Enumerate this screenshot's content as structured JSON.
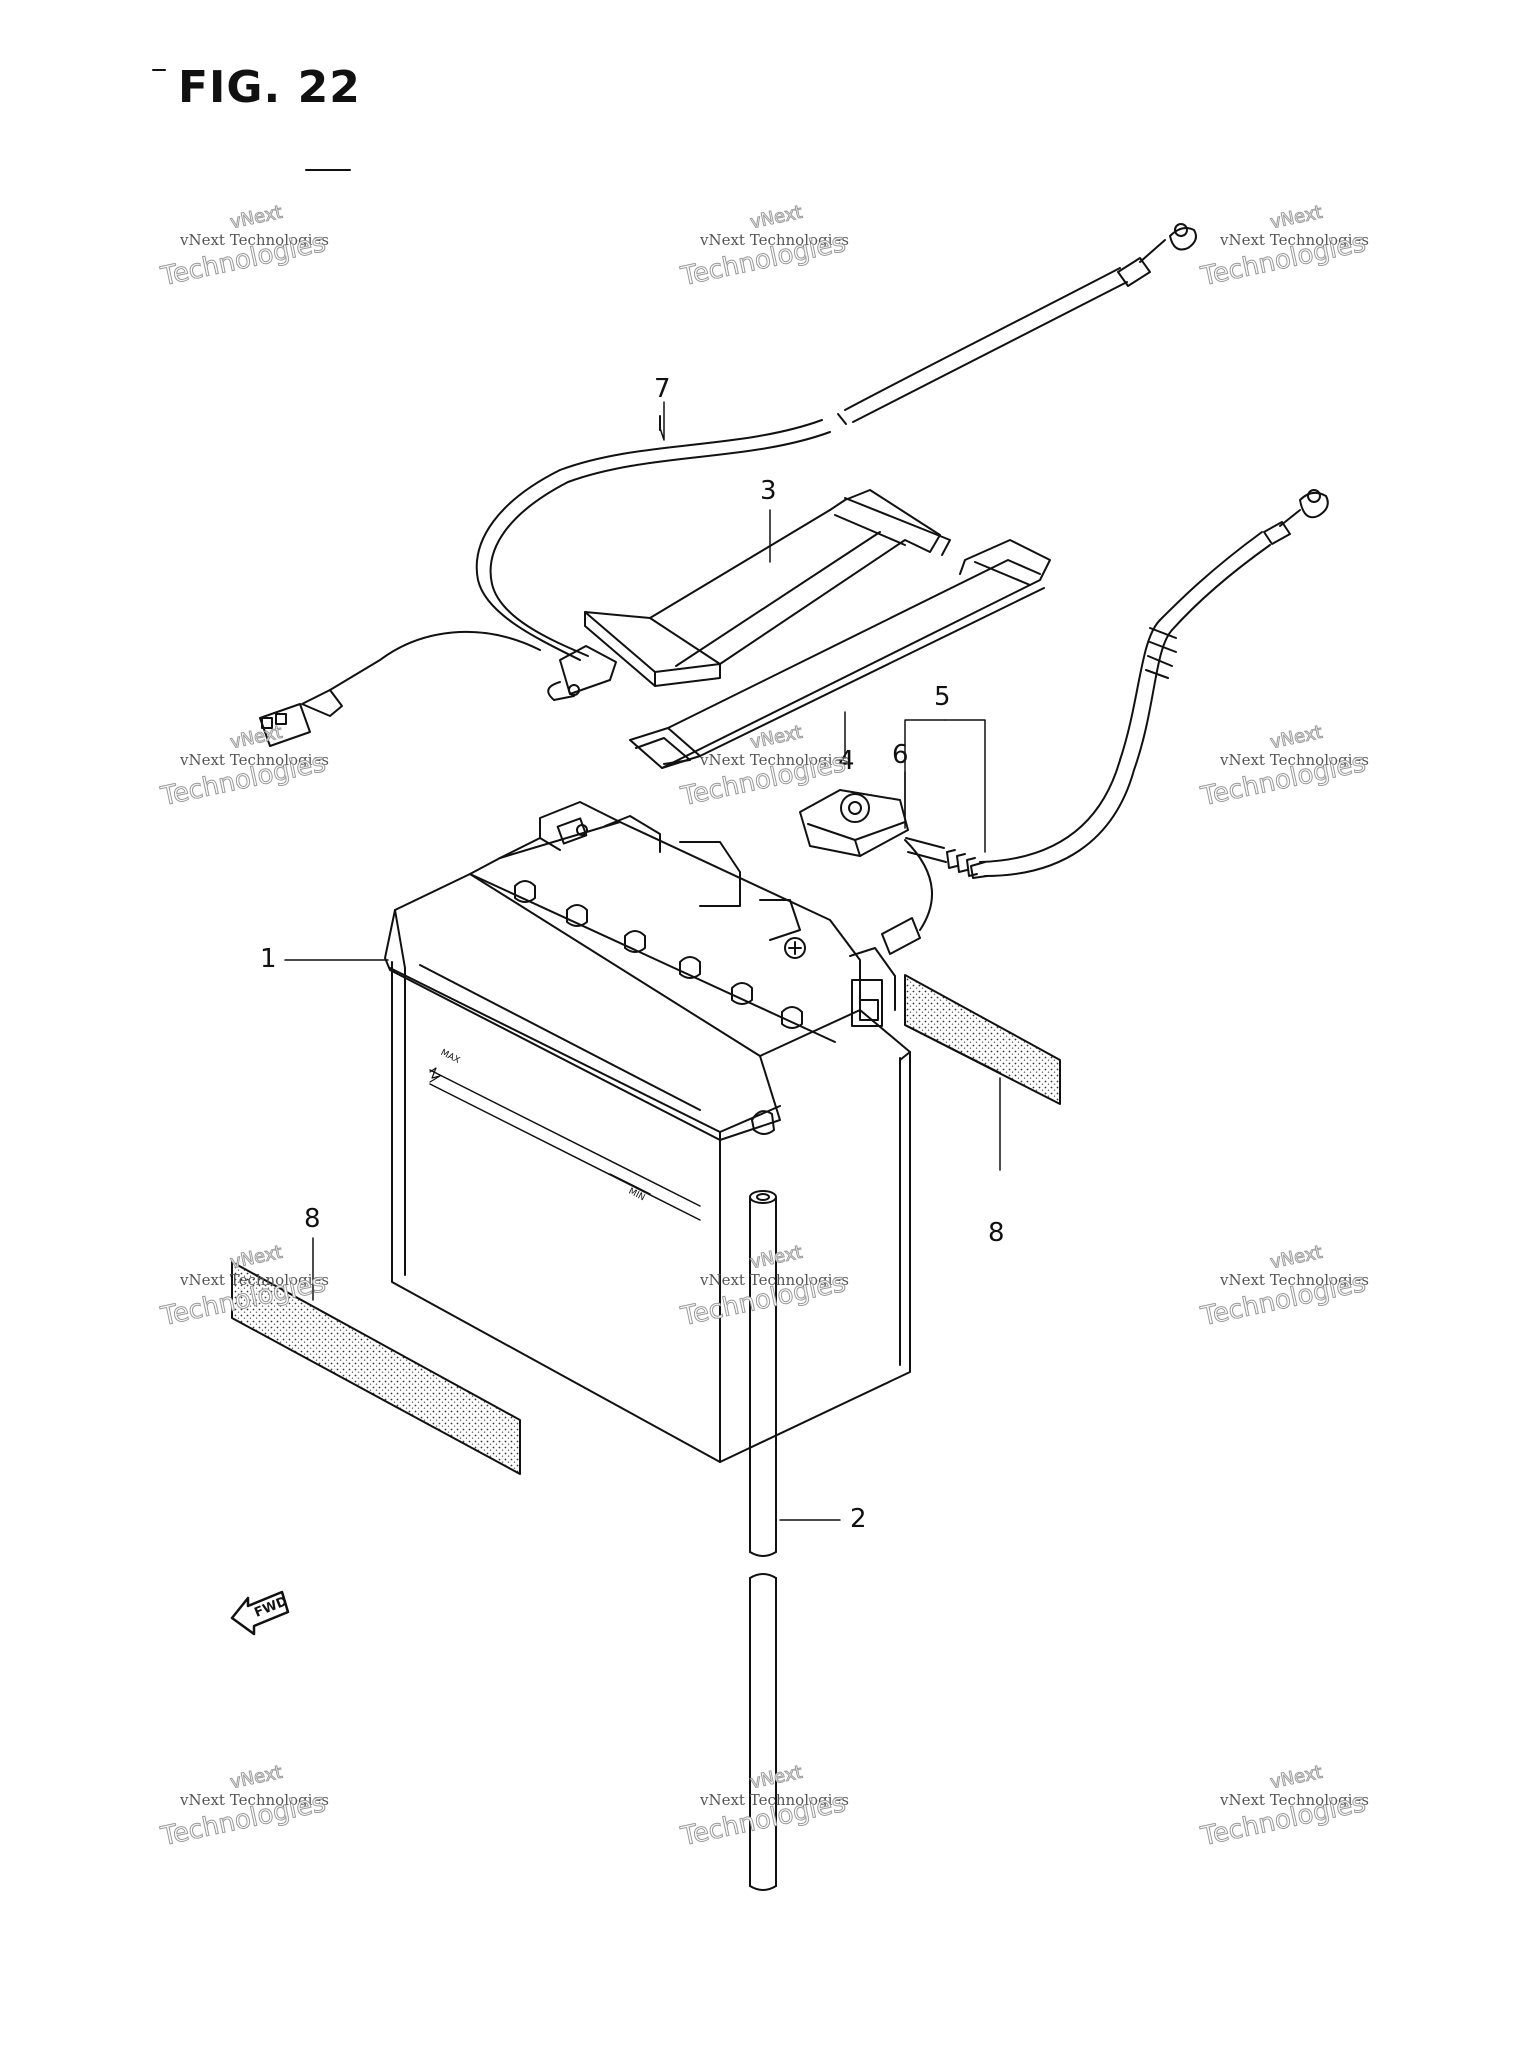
{
  "figure": {
    "title": "FIG. 22"
  },
  "callouts": {
    "c1": "1",
    "c2": "2",
    "c3": "3",
    "c4": "4",
    "c5": "5",
    "c6": "6",
    "c7": "7",
    "c8a": "8",
    "c8b": "8"
  },
  "battery_marks": {
    "max": "MAX",
    "min": "MIN"
  },
  "direction": {
    "label": "FWD"
  },
  "watermark": {
    "line1": "vNext",
    "line2": "vNext Technologies",
    "line3": "Technologies"
  }
}
